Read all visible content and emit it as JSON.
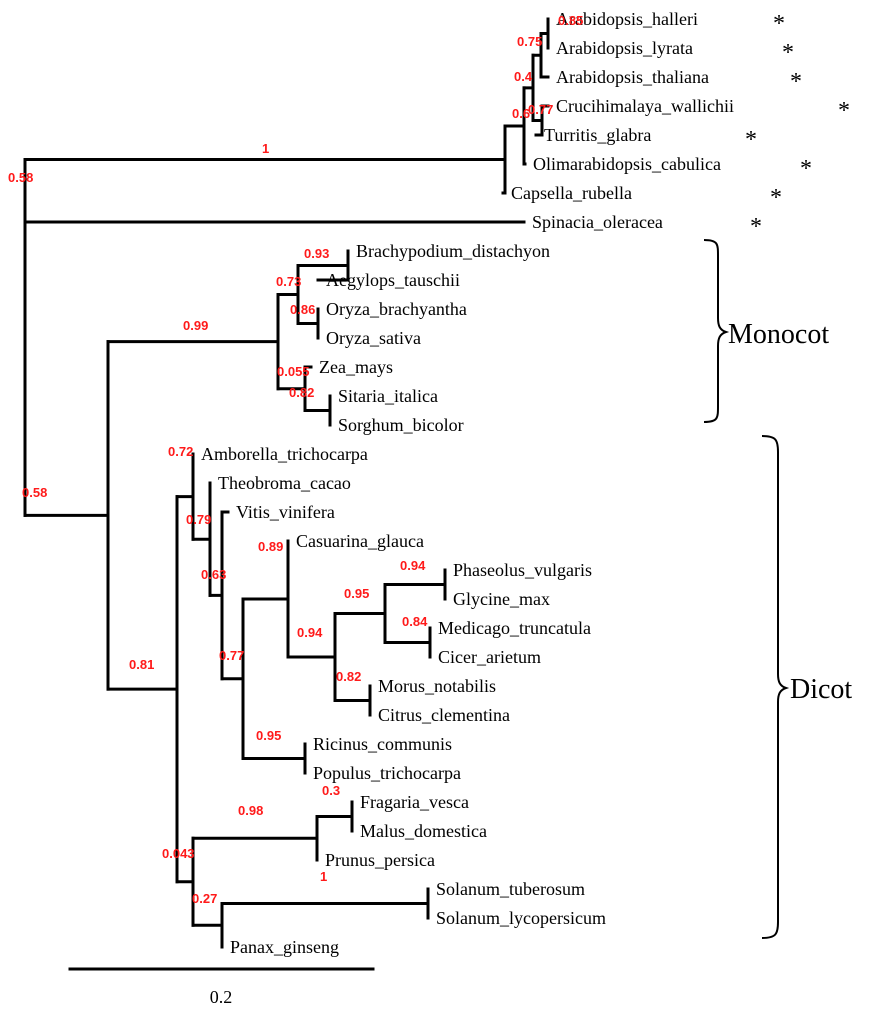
{
  "tree": {
    "leaves": [
      {
        "name": "Arabidopsis_halleri",
        "marked": true
      },
      {
        "name": "Arabidopsis_lyrata",
        "marked": true
      },
      {
        "name": "Arabidopsis_thaliana",
        "marked": true
      },
      {
        "name": "Crucihimalaya_wallichii",
        "marked": true
      },
      {
        "name": "Turritis_glabra",
        "marked": true
      },
      {
        "name": "Olimarabidopsis_cabulica",
        "marked": true
      },
      {
        "name": "Capsella_rubella",
        "marked": true
      },
      {
        "name": "Spinacia_oleracea",
        "marked": true
      },
      {
        "name": "Brachypodium_distachyon",
        "marked": false
      },
      {
        "name": "Aegylops_tauschii",
        "marked": false
      },
      {
        "name": "Oryza_brachyantha",
        "marked": false
      },
      {
        "name": "Oryza_sativa",
        "marked": false
      },
      {
        "name": "Zea_mays",
        "marked": false
      },
      {
        "name": "Sitaria_italica",
        "marked": false
      },
      {
        "name": "Sorghum_bicolor",
        "marked": false
      },
      {
        "name": "Amborella_trichocarpa",
        "marked": false
      },
      {
        "name": "Theobroma_cacao",
        "marked": false
      },
      {
        "name": "Vitis_vinifera",
        "marked": false
      },
      {
        "name": "Casuarina_glauca",
        "marked": false
      },
      {
        "name": "Phaseolus_vulgaris",
        "marked": false
      },
      {
        "name": "Glycine_max",
        "marked": false
      },
      {
        "name": "Medicago_truncatula",
        "marked": false
      },
      {
        "name": "Cicer_arietum",
        "marked": false
      },
      {
        "name": "Morus_notabilis",
        "marked": false
      },
      {
        "name": "Citrus_clementina",
        "marked": false
      },
      {
        "name": "Ricinus_communis",
        "marked": false
      },
      {
        "name": "Populus_trichocarpa",
        "marked": false
      },
      {
        "name": "Fragaria_vesca",
        "marked": false
      },
      {
        "name": "Malus_domestica",
        "marked": false
      },
      {
        "name": "Prunus_persica",
        "marked": false
      },
      {
        "name": "Solanum_tuberosum",
        "marked": false
      },
      {
        "name": "Solanum_lycopersicum",
        "marked": false
      },
      {
        "name": "Panax_ginseng",
        "marked": false
      }
    ],
    "marker_symbol": "*",
    "support_values": [
      "0.85",
      "0.75",
      "0.4",
      "0.6",
      "0.77",
      "1",
      "0.58",
      "0.93",
      "0.73",
      "0.86",
      "0.055",
      "0.82",
      "0.99",
      "0.72",
      "0.79",
      "0.63",
      "0.89",
      "0.94",
      "0.95",
      "0.84",
      "0.94",
      "0.82",
      "0.77",
      "0.95",
      "0.81",
      "0.58",
      "0.98",
      "0.3",
      "0.043",
      "0.27",
      "1"
    ],
    "support_color": "#ff1a1a",
    "branch_color": "#000000"
  },
  "clades": [
    {
      "label": "Monocot"
    },
    {
      "label": "Dicot"
    }
  ],
  "scale_bar": {
    "label": "0.2",
    "value": 0.2
  }
}
